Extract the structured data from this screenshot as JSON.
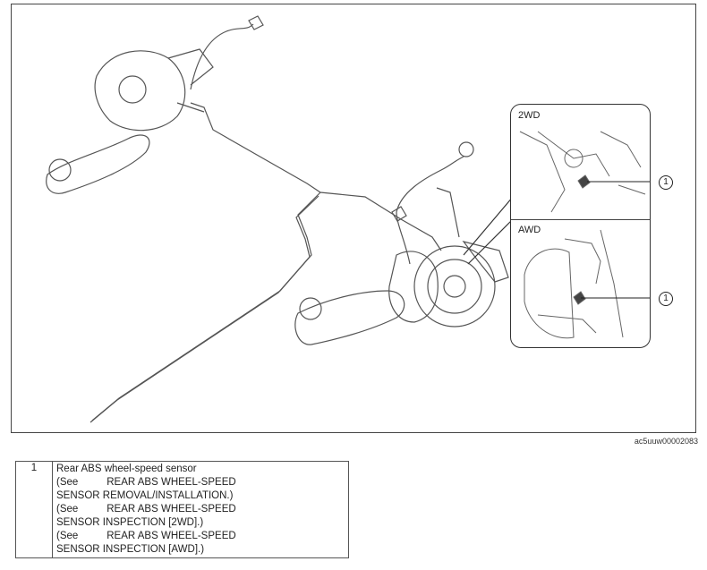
{
  "figure": {
    "inset_labels": [
      "2WD",
      "AWD"
    ],
    "callout_label": "1",
    "figure_id": "ac5uuw00002083"
  },
  "legend": {
    "rows": [
      {
        "number": "1",
        "lines": [
          "Rear ABS wheel-speed sensor",
          "(See          REAR ABS WHEEL-SPEED",
          "SENSOR REMOVAL/INSTALLATION.)",
          "(See          REAR ABS WHEEL-SPEED",
          "SENSOR INSPECTION [2WD].)",
          "(See          REAR ABS WHEEL-SPEED",
          "SENSOR INSPECTION [AWD].)"
        ]
      }
    ]
  }
}
